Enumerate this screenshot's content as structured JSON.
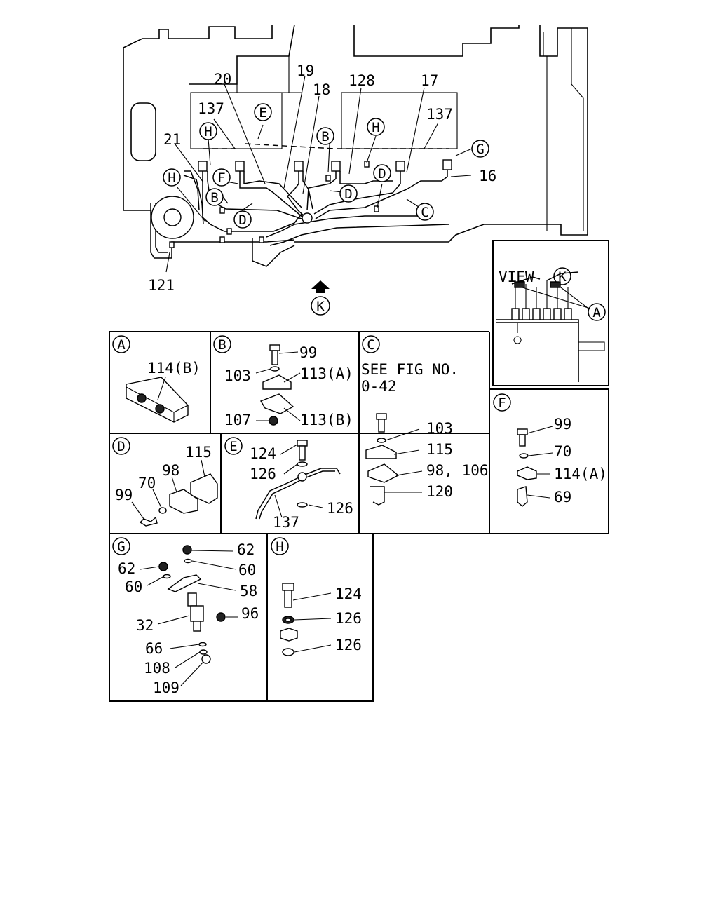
{
  "main_view": {
    "callouts": {
      "c137a": "137",
      "c20": "20",
      "c19": "19",
      "c18": "18",
      "c128": "128",
      "c17": "17",
      "c137b": "137",
      "c21": "21",
      "c16": "16",
      "c121": "121"
    },
    "circled": {
      "E": "E",
      "H1": "H",
      "B1": "B",
      "H2": "H",
      "G": "G",
      "H3": "H",
      "F": "F",
      "B2": "B",
      "D1": "D",
      "D2": "D",
      "C": "C",
      "D3": "D",
      "K": "K"
    }
  },
  "view_k": {
    "title": "VIEW",
    "title_letter": "K",
    "callout_letter": "A"
  },
  "panels": {
    "A": {
      "letter": "A",
      "labels": [
        "114(B)"
      ]
    },
    "B": {
      "letter": "B",
      "labels": [
        "99",
        "103",
        "113(A)",
        "107",
        "113(B)"
      ]
    },
    "C": {
      "letter": "C",
      "note_line1": "SEE FIG NO.",
      "note_line2": "0-42",
      "labels": [
        "103",
        "115",
        "98, 106",
        "120"
      ]
    },
    "F": {
      "letter": "F",
      "labels": [
        "99",
        "70",
        "114(A)",
        "69"
      ]
    },
    "D": {
      "letter": "D",
      "labels": [
        "115",
        "98",
        "70",
        "99"
      ]
    },
    "E": {
      "letter": "E",
      "labels": [
        "124",
        "126",
        "137",
        "126"
      ]
    },
    "G": {
      "letter": "G",
      "labels": [
        "62",
        "60",
        "62",
        "60",
        "58",
        "32",
        "96",
        "66",
        "108",
        "109"
      ]
    },
    "H": {
      "letter": "H",
      "labels": [
        "124",
        "126",
        "126"
      ]
    }
  }
}
